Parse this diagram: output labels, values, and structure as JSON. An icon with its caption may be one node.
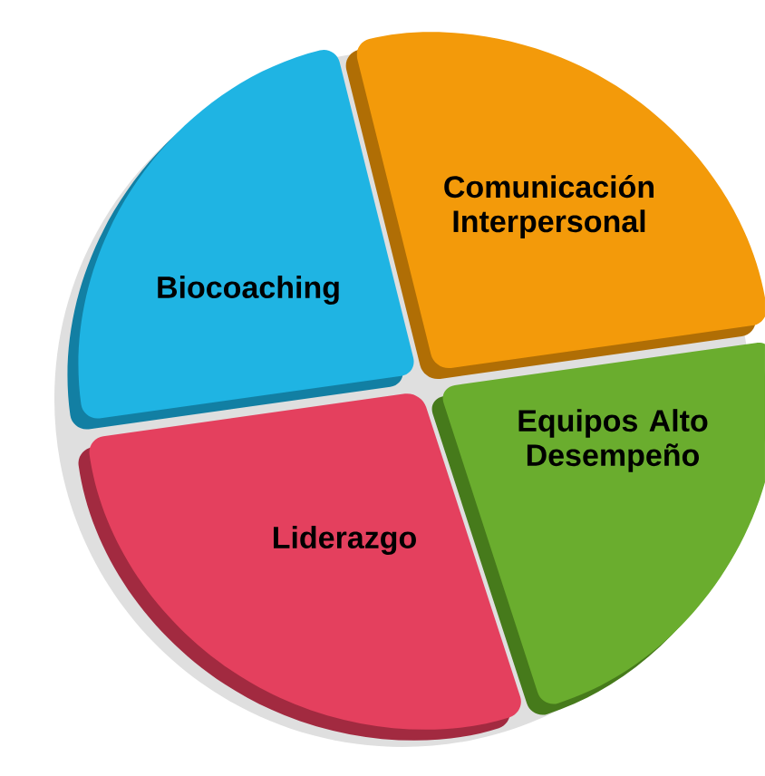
{
  "diagram": {
    "nodes": [
      {
        "text": [
          "Biocoaching"
        ]
      },
      {
        "text": [
          "Comunicación Interpersonal"
        ]
      },
      {
        "text": [
          "Equipos Alto Desempeño"
        ]
      },
      {
        "text": [
          "Liderazgo"
        ]
      }
    ]
  }
}
